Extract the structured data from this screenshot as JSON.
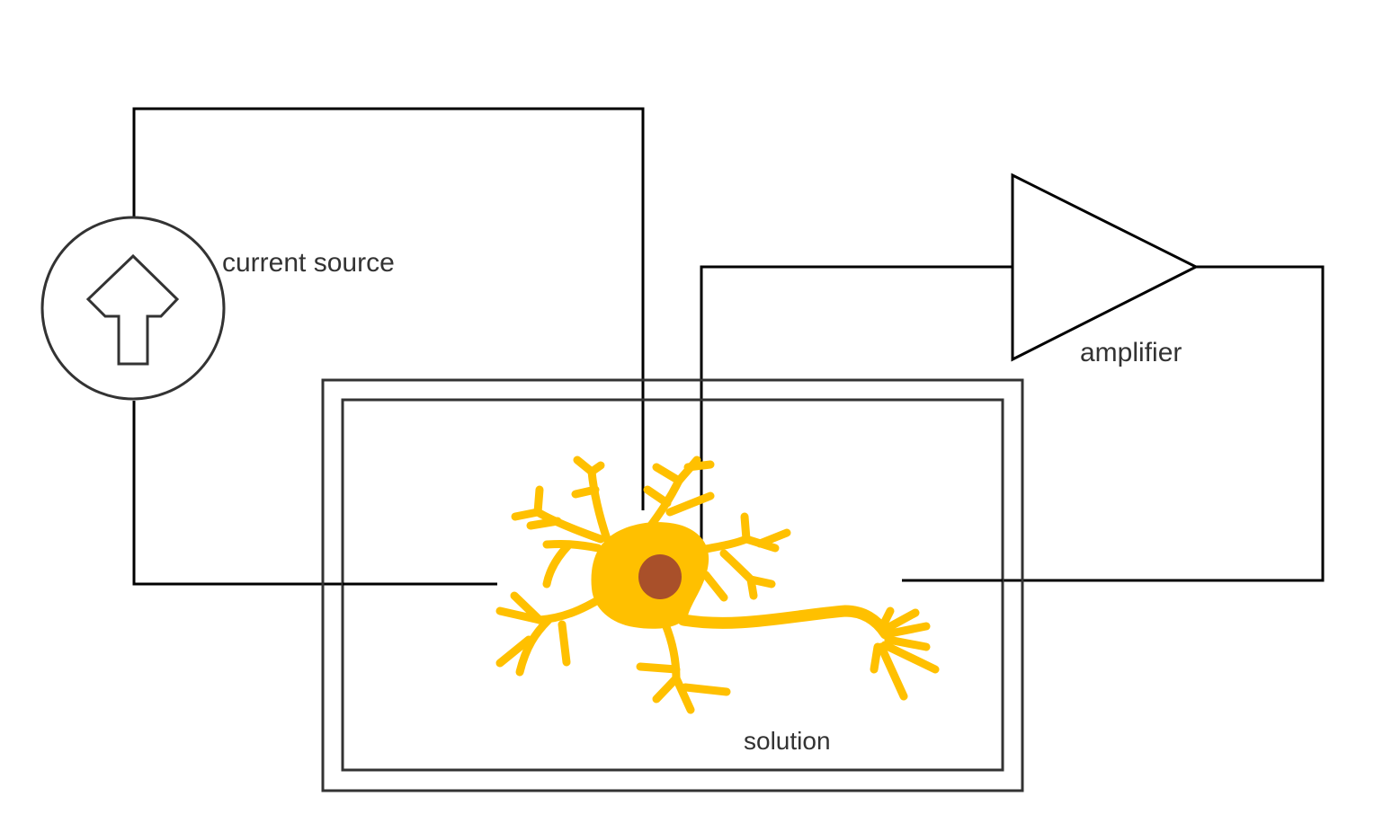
{
  "labels": {
    "current_source": "current source",
    "amplifier": "amplifier",
    "solution": "solution"
  },
  "colors": {
    "wire": "#000000",
    "outline": "#333333",
    "neuron": "#FFC000",
    "nucleus": "#A9502A",
    "text": "#333333"
  },
  "icons": {
    "current_source": "up-arrow-in-circle-icon",
    "amplifier": "triangle-amplifier-icon",
    "neuron": "neuron-icon"
  }
}
